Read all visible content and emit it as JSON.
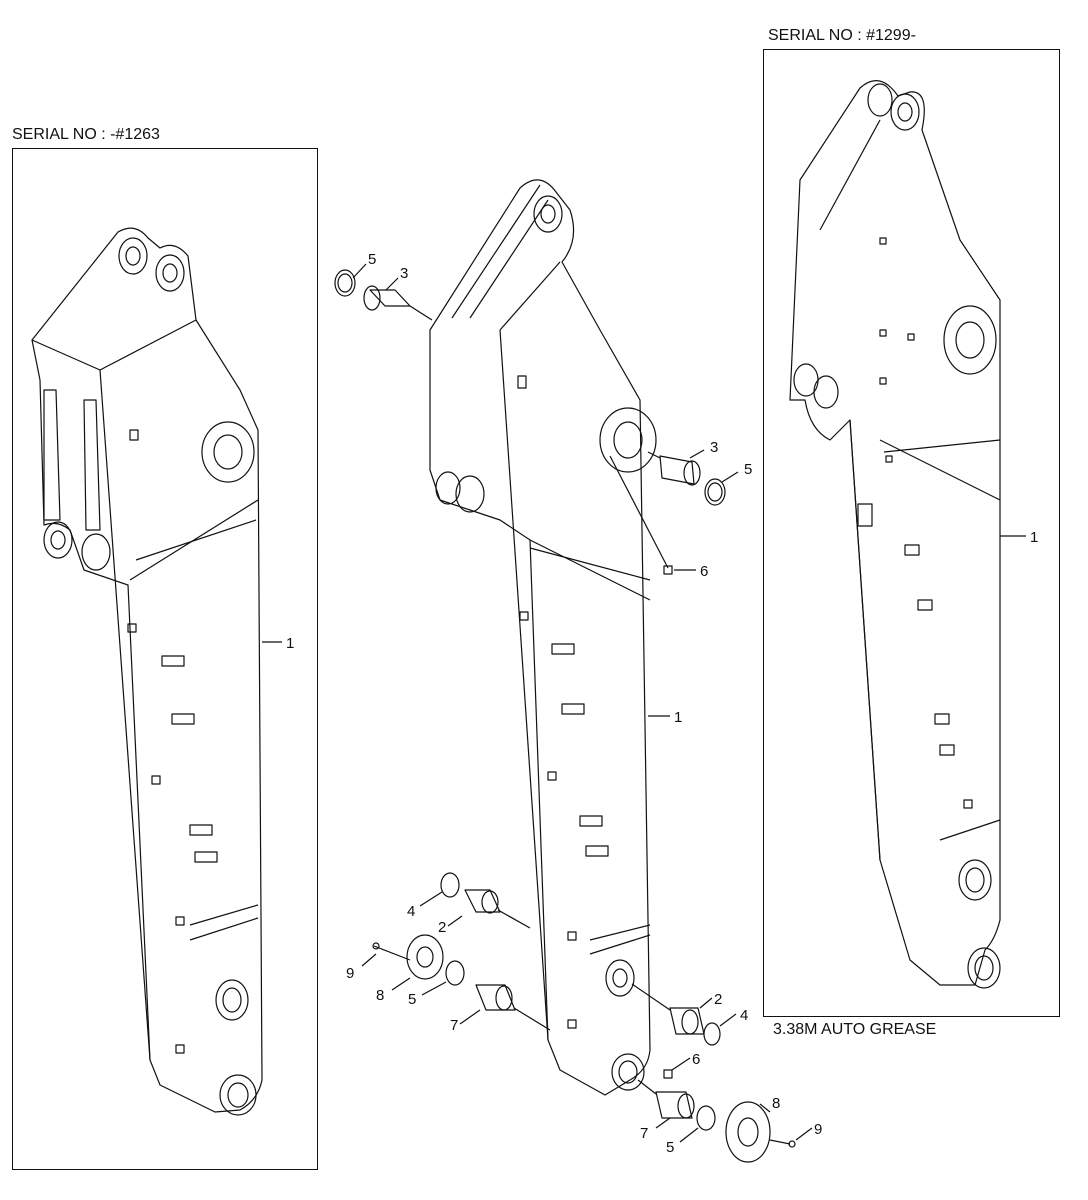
{
  "left_panel": {
    "serial_label": "SERIAL NO : -#1263",
    "callout": "1"
  },
  "right_panel": {
    "serial_label": "SERIAL NO : #1299-",
    "callout": "1",
    "caption": "3.38M AUTO GREASE"
  },
  "center_callouts": [
    {
      "id": "c5a",
      "text": "5"
    },
    {
      "id": "c3a",
      "text": "3"
    },
    {
      "id": "c3b",
      "text": "3"
    },
    {
      "id": "c5b",
      "text": "5"
    },
    {
      "id": "c6a",
      "text": "6"
    },
    {
      "id": "c1",
      "text": "1"
    },
    {
      "id": "c4a",
      "text": "4"
    },
    {
      "id": "c2a",
      "text": "2"
    },
    {
      "id": "c9a",
      "text": "9"
    },
    {
      "id": "c8a",
      "text": "8"
    },
    {
      "id": "c5c",
      "text": "5"
    },
    {
      "id": "c7a",
      "text": "7"
    },
    {
      "id": "c2b",
      "text": "2"
    },
    {
      "id": "c4b",
      "text": "4"
    },
    {
      "id": "c6b",
      "text": "6"
    },
    {
      "id": "c7b",
      "text": "7"
    },
    {
      "id": "c5d",
      "text": "5"
    },
    {
      "id": "c8b",
      "text": "8"
    },
    {
      "id": "c9b",
      "text": "9"
    }
  ]
}
